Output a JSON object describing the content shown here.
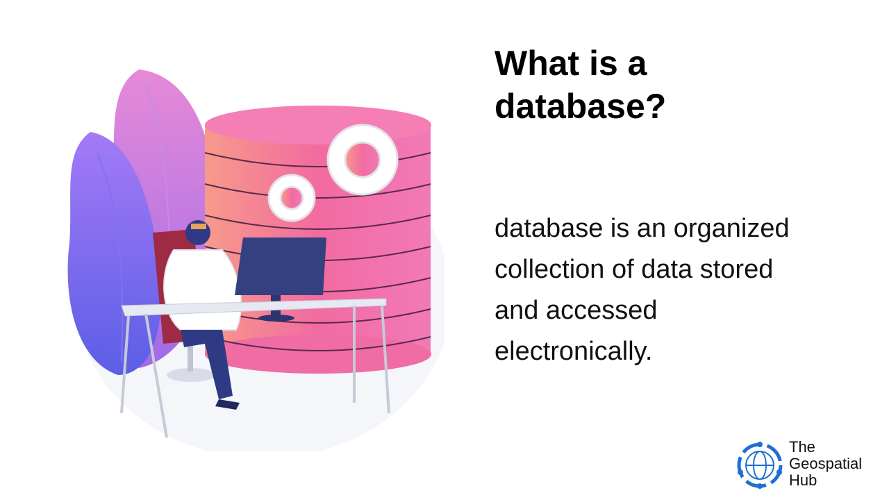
{
  "slide": {
    "title_lines": [
      "What is a",
      "database?"
    ],
    "body_lines": [
      "database is an organized",
      "collection of data stored",
      "and accessed",
      "electronically."
    ]
  },
  "logo": {
    "lines": [
      "The",
      "Geospatial",
      "Hub"
    ],
    "icon": "globe-network-icon",
    "color": "#1f6fd1"
  },
  "illustration": {
    "icon": "person-at-desk-with-database-illustration",
    "database_color": "#f26ba0",
    "leaf_colors": [
      "#9b6cf2",
      "#d67ad8"
    ]
  }
}
